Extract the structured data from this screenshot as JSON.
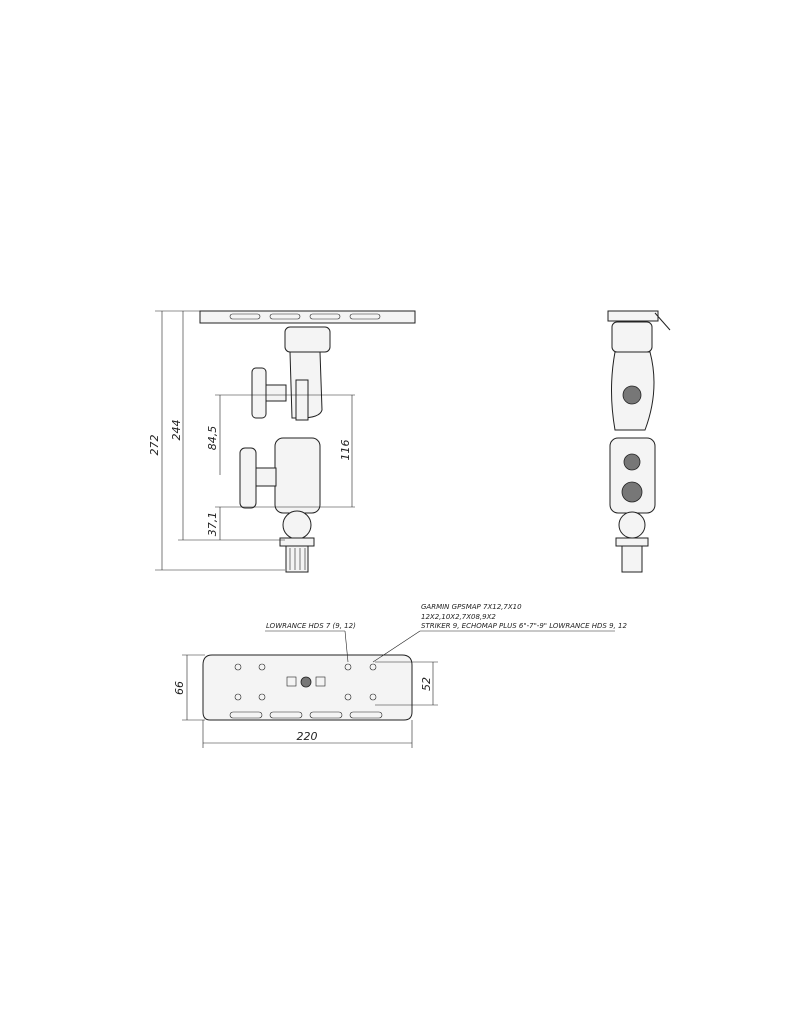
{
  "dimensions": {
    "total_height": "272",
    "height_to_base": "244",
    "arm_length": "84,5",
    "arm_span": "116",
    "base_offset": "37,1",
    "plate_depth": "66",
    "hole_spacing": "52",
    "plate_width": "220"
  },
  "notes": {
    "lowrance_left": "LOWRANCE HDS 7 (9, 12)",
    "garmin_line1": "GARMIN GPSMAP 7X12,7X10",
    "garmin_line2": "12X2,10X2,7X08,9X2",
    "garmin_line3": "STRIKER 9, ECHOMAP PLUS 6\"-7\"-9\" LOWRANCE HDS 9, 12"
  }
}
